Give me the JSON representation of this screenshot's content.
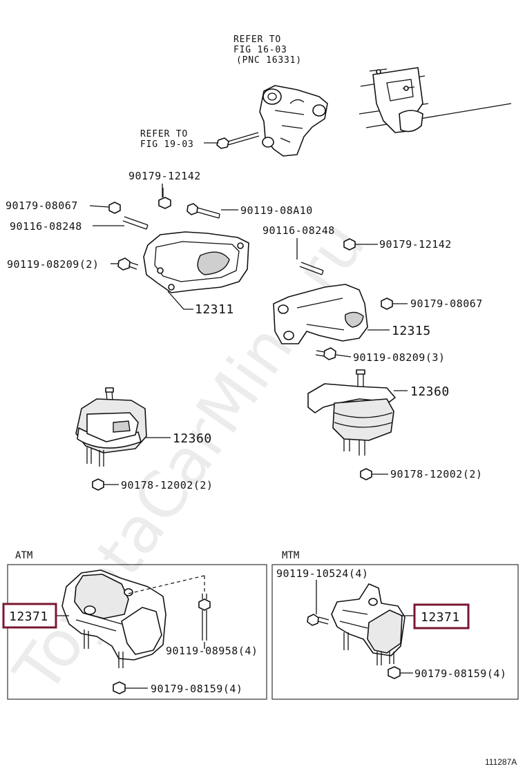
{
  "references": {
    "ref1_line1": "REFER TO",
    "ref1_line2": "FIG 16-03",
    "ref1_line3": "(PNC 16331)",
    "ref2_line1": "REFER TO",
    "ref2_line2": "FIG 19-03"
  },
  "labels": {
    "p90179_12142_a": "90179-12142",
    "p90179_08067_a": "90179-08067",
    "p90119_08A10": "90119-08A10",
    "p90116_08248_a": "90116-08248",
    "p90116_08248_b": "90116-08248",
    "p90179_12142_b": "90179-12142",
    "p90119_08209_2": "90119-08209(2)",
    "p90179_08067_b": "90179-08067",
    "p12311": "12311",
    "p12315": "12315",
    "p90119_08209_3": "90119-08209(3)",
    "p12360_a": "12360",
    "p12360_b": "12360",
    "p90178_12002_a": "90178-12002(2)",
    "p90178_12002_b": "90178-12002(2)"
  },
  "sections": {
    "atm": {
      "title": "ATM",
      "part_main": "12371",
      "bolt": "90119-08958(4)",
      "nut": "90179-08159(4)"
    },
    "mtm": {
      "title": "MTM",
      "bolt": "90119-10524(4)",
      "part_main": "12371",
      "nut": "90179-08159(4)"
    }
  },
  "figure_number": "111287A",
  "watermark": "ToyotaCarMine.ru"
}
